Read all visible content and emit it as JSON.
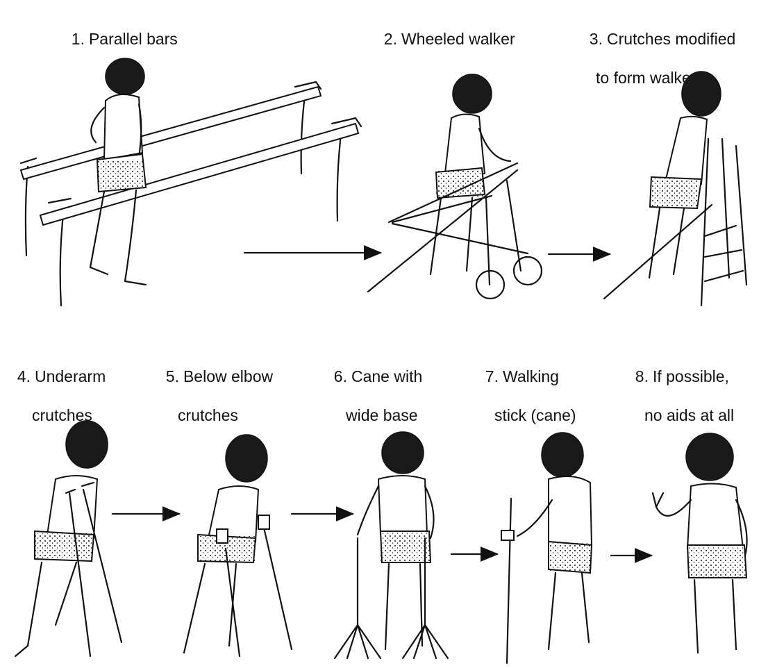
{
  "steps": [
    {
      "num": "1.",
      "line1": "Parallel bars",
      "line2": ""
    },
    {
      "num": "2.",
      "line1": "Wheeled walker",
      "line2": ""
    },
    {
      "num": "3.",
      "line1": "Crutches modified",
      "line2": "to form walker"
    },
    {
      "num": "4.",
      "line1": "Underarm",
      "line2": "crutches"
    },
    {
      "num": "5.",
      "line1": "Below elbow",
      "line2": "crutches"
    },
    {
      "num": "6.",
      "line1": "Cane with",
      "line2": "wide base"
    },
    {
      "num": "7.",
      "line1": "Walking",
      "line2": "stick (cane)"
    },
    {
      "num": "8.",
      "line1": "If possible,",
      "line2": "no aids at all"
    }
  ],
  "icons": {
    "arrow": "right-arrow-icon"
  }
}
